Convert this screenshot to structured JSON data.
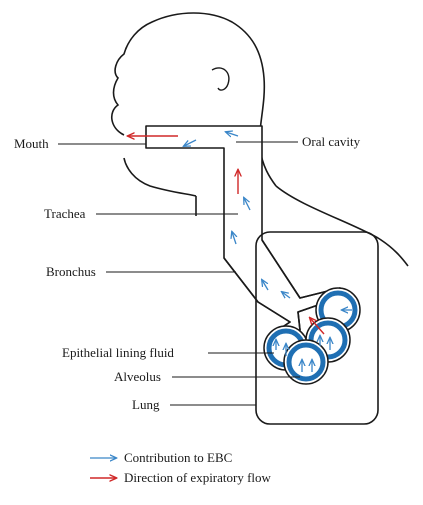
{
  "labels": {
    "mouth": "Mouth",
    "oral_cavity": "Oral cavity",
    "trachea": "Trachea",
    "bronchus": "Bronchus",
    "epithelial": "Epithelial lining fluid",
    "alveolus": "Alveolus",
    "lung": "Lung"
  },
  "legend": {
    "ebc": "Contribution to EBC",
    "flow": "Direction of expiratory flow"
  },
  "colors": {
    "outline": "#1a1a1a",
    "blue_arrow": "#3a86c8",
    "red_arrow": "#d02828",
    "alveolus_ring": "#1f6fb3",
    "alveolus_fill": "#ffffff"
  }
}
